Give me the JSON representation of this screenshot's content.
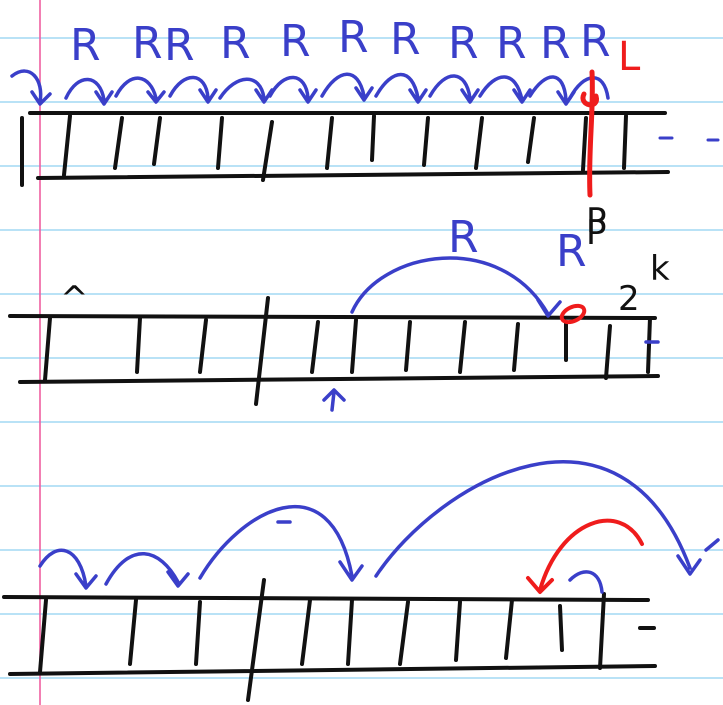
{
  "colors": {
    "paper": "#ffffff",
    "rule_line": "#8fd0f0",
    "margin_line": "#ef5fa0",
    "ink_black": "#111111",
    "ink_blue": "#3a3fc9",
    "ink_red": "#ef1c1c"
  },
  "diagram1": {
    "labels": [
      "R",
      "R",
      "R",
      "R",
      "R",
      "R",
      "R",
      "R",
      "R",
      "R",
      "R"
    ],
    "red_mark": "L",
    "pointer_label": "P",
    "trailing": "- -"
  },
  "diagram2": {
    "start_mark": "^",
    "arc_label": "R",
    "pointer_labels": [
      "R",
      "P"
    ],
    "power_base": "2",
    "power_exp": "k",
    "trailing": "-"
  },
  "diagram3": {
    "mark": "-",
    "trailing": "-"
  }
}
